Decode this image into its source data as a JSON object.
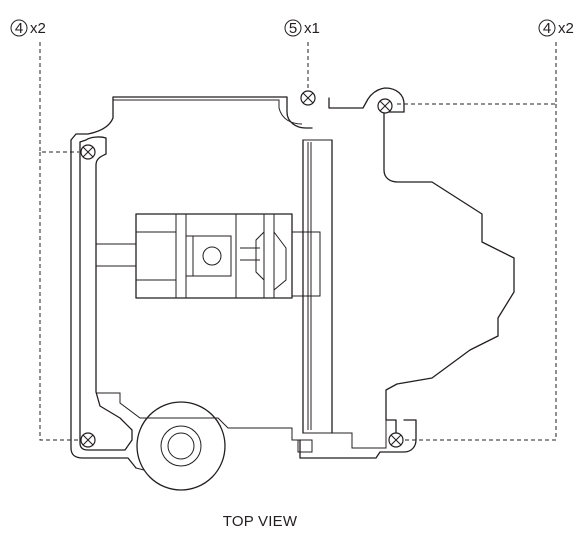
{
  "callouts": [
    {
      "id": "left",
      "number": "4",
      "qty": "x2"
    },
    {
      "id": "center",
      "number": "5",
      "qty": "x1"
    },
    {
      "id": "right",
      "number": "4",
      "qty": "x2"
    }
  ],
  "view_label": "TOP VIEW",
  "colors": {
    "line": "#231f20",
    "background": "#ffffff"
  }
}
